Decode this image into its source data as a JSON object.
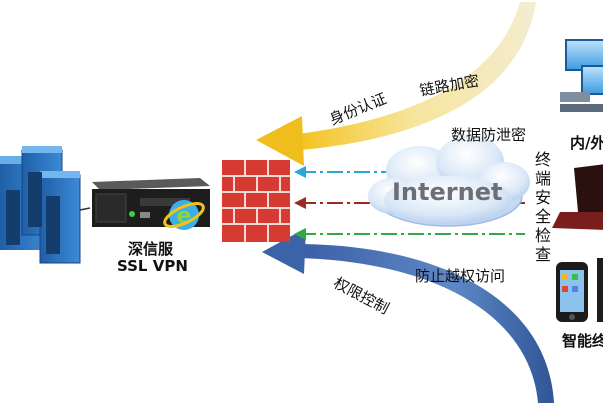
{
  "labels": {
    "identity_auth": "身份认证",
    "link_encrypt": "链路加密",
    "data_leak": "数据防泄密",
    "endpoint_check": "终端安全检查",
    "permission": "权限控制",
    "anti_overreach": "防止越权访问",
    "internet": "Internet",
    "vendor_line1": "深信服",
    "vendor_line2": "SSL VPN",
    "lan_partial": "内/外",
    "smart_partial": "智能终"
  },
  "icons": {
    "server": "server-cluster-icon",
    "vpn": "vpn-appliance-icon",
    "ie": "ie-browser-icon",
    "firewall": "firewall-icon",
    "cloud": "internet-cloud-icon",
    "pcs": "desktop-pcs-icon",
    "laptop": "laptop-icon",
    "phone": "smartphone-icon"
  },
  "colors": {
    "gold_arrow": "#e8b51c",
    "blue_arrow": "#3d6aa8",
    "dash_cyan": "#2aa6d6",
    "dash_red": "#9b2a22",
    "dash_green": "#32a846",
    "firewall": "#d63a33",
    "cloud": "#c9def5"
  }
}
